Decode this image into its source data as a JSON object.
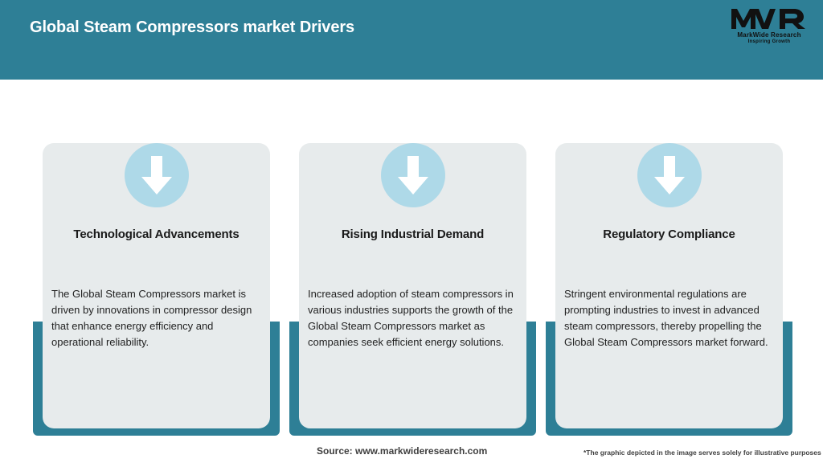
{
  "header": {
    "title": "Global Steam Compressors market Drivers",
    "background_color": "#2E7F96",
    "title_color": "#FFFFFF"
  },
  "logo": {
    "mark": "MWR",
    "name": "MarkWide Research",
    "tagline": "Inspiring Growth"
  },
  "theme": {
    "accent_teal": "#2E7F96",
    "card_gray": "#E7EBEC",
    "icon_circle_blue": "#AED9E8",
    "arrow_white": "#FFFFFF",
    "page_background": "#FFFFFF"
  },
  "cards": [
    {
      "icon": "arrow-down-icon",
      "title": "Technological Advancements",
      "body": "The Global Steam Compressors market is driven by innovations in compressor design that enhance energy efficiency and operational reliability."
    },
    {
      "icon": "arrow-down-icon",
      "title": "Rising Industrial Demand",
      "body": "Increased adoption of steam compressors in various industries supports the growth of the Global Steam Compressors market as companies seek efficient energy solutions."
    },
    {
      "icon": "arrow-down-icon",
      "title": "Regulatory Compliance",
      "body": "Stringent environmental regulations are prompting industries to invest in advanced steam compressors, thereby propelling the Global Steam Compressors market forward."
    }
  ],
  "footer": {
    "source": "Source: www.markwideresearch.com",
    "disclaimer": "*The graphic depicted in the image serves solely for illustrative purposes"
  }
}
